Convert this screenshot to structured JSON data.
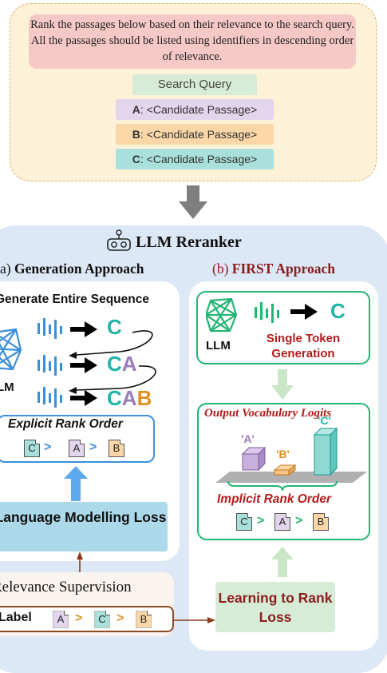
{
  "prompt": {
    "instruction": "Rank the passages below based on their relevance to the search query. All the passages should be listed using identifiers in descending order of relevance.",
    "query": "Search Query",
    "passages": [
      {
        "id": "A",
        "text": ": <Candidate Passage>",
        "color": "#e3d5ec"
      },
      {
        "id": "B",
        "text": ": <Candidate Passage>",
        "color": "#fbd7a8"
      },
      {
        "id": "C",
        "text": ": <Candidate Passage>",
        "color": "#a9e0db"
      }
    ]
  },
  "reranker": {
    "title": "LLM Reranker",
    "icon": "robot-icon"
  },
  "left": {
    "title_prefix": "a)",
    "title": "Generation Approach",
    "heading": "Generate Entire Sequence",
    "llm_label": "LM",
    "outputs": [
      {
        "parts": [
          "C"
        ]
      },
      {
        "parts": [
          "C",
          "A"
        ]
      },
      {
        "parts": [
          "C",
          "A",
          "B"
        ]
      }
    ],
    "explicit_title": "Explicit Rank Order",
    "explicit_order": [
      "C",
      ">",
      "A",
      ">",
      "B"
    ],
    "loss": "Language Modelling Loss"
  },
  "right": {
    "title_prefix": "(b)",
    "title": "FIRST Approach",
    "llm_label": "LLM",
    "output": "C",
    "single_token": "Single Token Generation",
    "vocab_title": "Output Vocabulary Logits",
    "logits": [
      {
        "label": "'A'",
        "value": 2,
        "color": "#c8b1dd"
      },
      {
        "label": "'B'",
        "value": 1,
        "color": "#f5c585"
      },
      {
        "label": "'C'",
        "value": 4,
        "color": "#8fd9d2"
      }
    ],
    "implicit_title": "Implicit Rank Order",
    "implicit_order": [
      "C",
      ">",
      "A",
      ">",
      "B"
    ],
    "loss": "Learning to Rank Loss"
  },
  "supervision": {
    "title": "Relevance Supervision",
    "label": "Label",
    "order": [
      "A",
      ">",
      "C",
      ">",
      "B"
    ]
  },
  "colors": {
    "A": "#9a7bbd",
    "B": "#e0901f",
    "C": "#1fb5a8",
    "gen_red": "#a31515",
    "green": "#22b573",
    "blue": "#3b8fd9"
  }
}
